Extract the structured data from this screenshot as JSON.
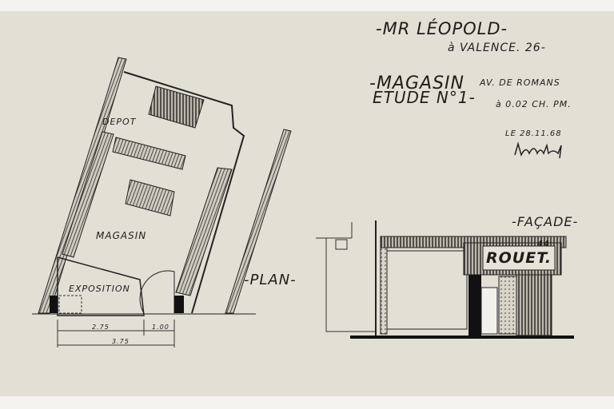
{
  "title_block": {
    "client": "-MR LÉOPOLD-",
    "city": "à VALENCE. 26-",
    "project": "-MAGASIN",
    "street": "AV. DE ROMANS",
    "study": "ETUDE N°1-",
    "scale": "à 0.02 CH. PM.",
    "date": "LE 28.11.68",
    "signature": "signature"
  },
  "plan": {
    "title": "-PLAN-",
    "rooms": [
      "DEPOT",
      "MAGASIN",
      "EXPOSITION"
    ],
    "dimensions": [
      "2.75",
      "1.00",
      "3.75"
    ]
  },
  "facade": {
    "title": "-FAÇADE-",
    "sign_text": "ROUET.",
    "sign_number": "44"
  }
}
